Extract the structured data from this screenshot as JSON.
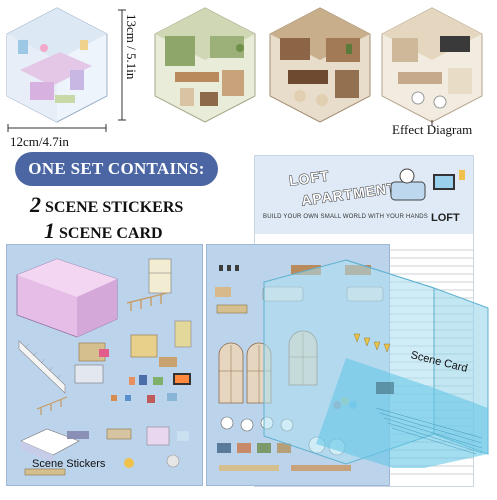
{
  "dimensions": {
    "height": "13cm / 5.1in",
    "width": "12cm/4.7in"
  },
  "effect_label": "Effect Diagram",
  "set": {
    "banner": "ONE SET CONTAINS:",
    "line1_num": "2",
    "line1_text": "SCENE STICKERS",
    "line2_num": "1",
    "line2_text": "SCENE CARD"
  },
  "card": {
    "title_1": "LOFT",
    "title_2": "APARTMENT",
    "tagline": "BUILD YOUR OWN SMALL WORLD WITH YOUR HANDS",
    "brand": "LOFT"
  },
  "labels": {
    "scene_stickers": "Scene Stickers",
    "scene_card": "Scene Card"
  },
  "colors": {
    "banner": "#4b66a3",
    "sheet": "#bcd3ec",
    "card": "#dfeaf6",
    "transparent_card": "#9ed9ee"
  }
}
